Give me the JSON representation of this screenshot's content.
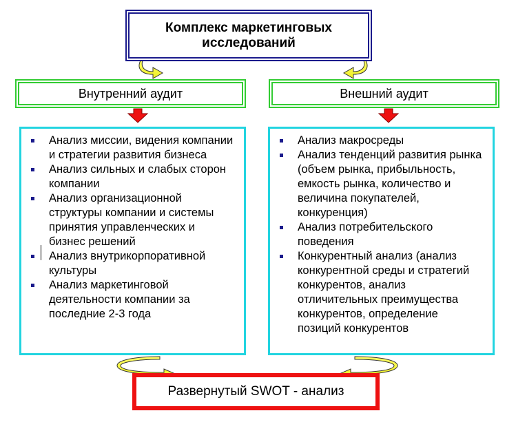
{
  "top_box": {
    "line1": "Комплекс маркетинговых",
    "line2": "исследований"
  },
  "internal_audit": {
    "label": "Внутренний аудит",
    "items": [
      "Анализ миссии, видения компании и стратегии развития бизнеса",
      "Анализ сильных и слабых сторон компании",
      "Анализ организационной структуры компании и системы принятия управленческих и бизнес решений",
      "Анализ внутрикорпоративной культуры",
      "Анализ маркетинговой деятельности компании за последние 2-3 года"
    ]
  },
  "external_audit": {
    "label": "Внешний аудит",
    "items": [
      "Анализ макросреды",
      "Анализ тенденций развития рынка (объем рынка, прибыльность, емкость рынка, количество и величина покупателей, конкуренция)",
      "Анализ потребительского поведения",
      "Конкурентный анализ (анализ конкурентной среды и стратегий конкурентов, анализ отличительных преимущества конкурентов, определение позиций конкурентов"
    ]
  },
  "swot": {
    "label": "Развернутый SWOT - анализ"
  },
  "colors": {
    "top_border": "#1a1a8c",
    "audit_border": "#33cc33",
    "content_border": "#22d4e0",
    "swot_border": "#ee1111",
    "down_arrow": "#ee1111",
    "curved_arrow_fill": "#ffff33",
    "bullet": "#1a1a8c"
  },
  "icons": [
    "curved-arrow-icon",
    "down-arrow-icon",
    "bullet-icon"
  ]
}
